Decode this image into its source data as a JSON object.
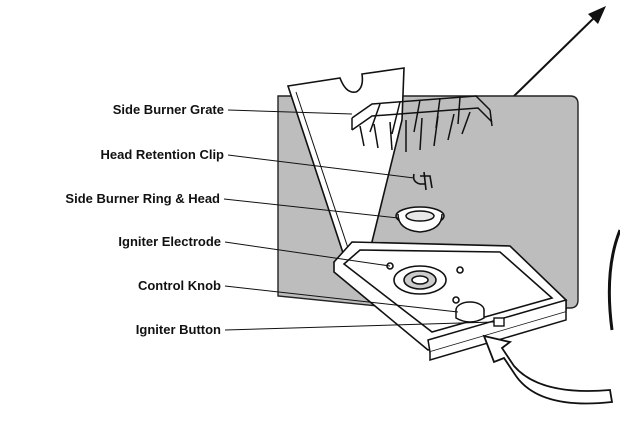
{
  "labels": {
    "side_burner_grate": "Side Burner Grate",
    "head_retention_clip": "Head Retention Clip",
    "side_burner_ring_head": "Side Burner Ring & Head",
    "igniter_electrode": "Igniter Electrode",
    "control_knob": "Control Knob",
    "igniter_button": "Igniter Button"
  },
  "colors": {
    "panel_gray": "#bdbdbd",
    "outline": "#111111",
    "background": "#ffffff"
  }
}
